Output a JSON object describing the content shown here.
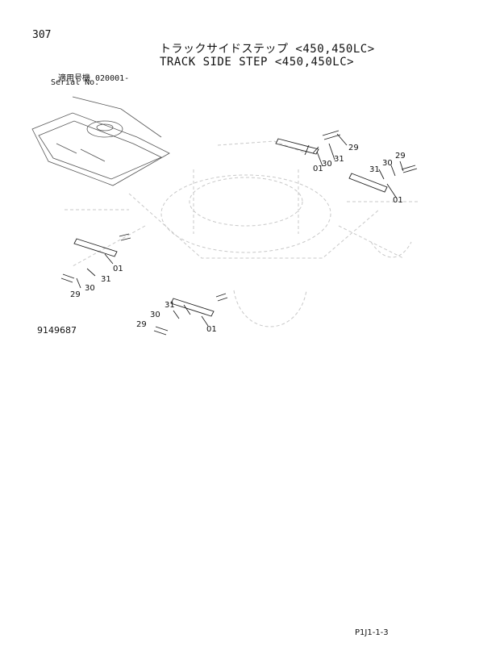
{
  "header": {
    "page_number": "307",
    "title_jp": "トラックサイドステップ <450,450LC>",
    "title_en": "TRACK SIDE STEP <450,450LC>",
    "serial_label_jp": "適用号機 020001-",
    "serial_label_en": "Serial No."
  },
  "drawing": {
    "drawing_number": "9149687",
    "callouts": {
      "a": [
        "29",
        "30",
        "31",
        "01"
      ],
      "b": [
        "29",
        "30",
        "31",
        "01"
      ],
      "c": [
        "29",
        "30",
        "31",
        "01"
      ],
      "d": [
        "29",
        "30",
        "31",
        "01"
      ]
    }
  },
  "footer": {
    "page_code": "P1J1-1-3"
  }
}
